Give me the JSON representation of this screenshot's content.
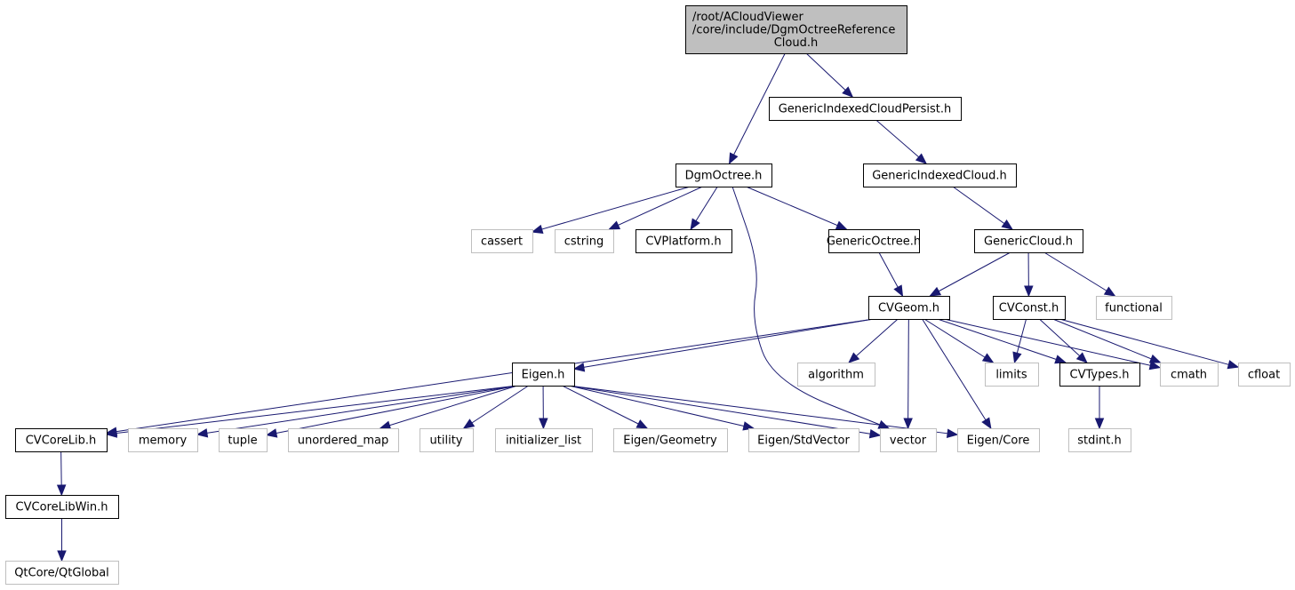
{
  "title": "Include dependency graph for DgmOctreeReferenceCloud.h",
  "colors": {
    "edge": "#191970",
    "root_fill": "#bfbfbf",
    "local_border": "#000000",
    "system_border": "#bfbfbf"
  },
  "nodes": [
    {
      "id": "root",
      "kind": "root",
      "lines": [
        "/root/ACloudViewer",
        "/core/include/DgmOctreeReference",
        "Cloud.h"
      ]
    },
    {
      "id": "gicp",
      "kind": "local",
      "lines": [
        "GenericIndexedCloudPersist.h"
      ]
    },
    {
      "id": "dgmoctree",
      "kind": "local",
      "lines": [
        "DgmOctree.h"
      ]
    },
    {
      "id": "gic",
      "kind": "local",
      "lines": [
        "GenericIndexedCloud.h"
      ]
    },
    {
      "id": "cassert",
      "kind": "system",
      "lines": [
        "cassert"
      ]
    },
    {
      "id": "cstring",
      "kind": "system",
      "lines": [
        "cstring"
      ]
    },
    {
      "id": "cvplatform",
      "kind": "local",
      "lines": [
        "CVPlatform.h"
      ]
    },
    {
      "id": "genericoctree",
      "kind": "local",
      "lines": [
        "GenericOctree.h"
      ]
    },
    {
      "id": "genericcloud",
      "kind": "local",
      "lines": [
        "GenericCloud.h"
      ]
    },
    {
      "id": "cvgeom",
      "kind": "local",
      "lines": [
        "CVGeom.h"
      ]
    },
    {
      "id": "cvconst",
      "kind": "local",
      "lines": [
        "CVConst.h"
      ]
    },
    {
      "id": "functional",
      "kind": "system",
      "lines": [
        "functional"
      ]
    },
    {
      "id": "eigen",
      "kind": "local",
      "lines": [
        "Eigen.h"
      ]
    },
    {
      "id": "algorithm",
      "kind": "system",
      "lines": [
        "algorithm"
      ]
    },
    {
      "id": "limits",
      "kind": "system",
      "lines": [
        "limits"
      ]
    },
    {
      "id": "cvtypes",
      "kind": "local",
      "lines": [
        "CVTypes.h"
      ]
    },
    {
      "id": "cmath",
      "kind": "system",
      "lines": [
        "cmath"
      ]
    },
    {
      "id": "cfloat",
      "kind": "system",
      "lines": [
        "cfloat"
      ]
    },
    {
      "id": "cvcorelib",
      "kind": "local",
      "lines": [
        "CVCoreLib.h"
      ]
    },
    {
      "id": "memory",
      "kind": "system",
      "lines": [
        "memory"
      ]
    },
    {
      "id": "tuple",
      "kind": "system",
      "lines": [
        "tuple"
      ]
    },
    {
      "id": "unordered_map",
      "kind": "system",
      "lines": [
        "unordered_map"
      ]
    },
    {
      "id": "utility",
      "kind": "system",
      "lines": [
        "utility"
      ]
    },
    {
      "id": "initializer_list",
      "kind": "system",
      "lines": [
        "initializer_list"
      ]
    },
    {
      "id": "eigen_geometry",
      "kind": "system",
      "lines": [
        "Eigen/Geometry"
      ]
    },
    {
      "id": "eigen_stdvector",
      "kind": "system",
      "lines": [
        "Eigen/StdVector"
      ]
    },
    {
      "id": "vector",
      "kind": "system",
      "lines": [
        "vector"
      ]
    },
    {
      "id": "eigen_core",
      "kind": "system",
      "lines": [
        "Eigen/Core"
      ]
    },
    {
      "id": "stdint",
      "kind": "system",
      "lines": [
        "stdint.h"
      ]
    },
    {
      "id": "cvcorelibwin",
      "kind": "local",
      "lines": [
        "CVCoreLibWin.h"
      ]
    },
    {
      "id": "qtglobal",
      "kind": "system",
      "lines": [
        "QtCore/QtGlobal"
      ]
    }
  ],
  "edges": [
    [
      "root",
      "dgmoctree"
    ],
    [
      "root",
      "gicp"
    ],
    [
      "gicp",
      "gic"
    ],
    [
      "gic",
      "genericcloud"
    ],
    [
      "dgmoctree",
      "cassert"
    ],
    [
      "dgmoctree",
      "cstring"
    ],
    [
      "dgmoctree",
      "cvplatform"
    ],
    [
      "dgmoctree",
      "genericoctree"
    ],
    [
      "dgmoctree",
      "vector"
    ],
    [
      "genericoctree",
      "cvgeom"
    ],
    [
      "genericcloud",
      "cvgeom"
    ],
    [
      "genericcloud",
      "cvconst"
    ],
    [
      "genericcloud",
      "functional"
    ],
    [
      "cvgeom",
      "cvcorelib"
    ],
    [
      "cvgeom",
      "eigen"
    ],
    [
      "cvgeom",
      "algorithm"
    ],
    [
      "cvgeom",
      "vector"
    ],
    [
      "cvgeom",
      "eigen_core"
    ],
    [
      "cvgeom",
      "limits"
    ],
    [
      "cvgeom",
      "cvtypes"
    ],
    [
      "cvgeom",
      "cmath"
    ],
    [
      "cvconst",
      "limits"
    ],
    [
      "cvconst",
      "cvtypes"
    ],
    [
      "cvconst",
      "cmath"
    ],
    [
      "cvconst",
      "cfloat"
    ],
    [
      "eigen",
      "cvcorelib"
    ],
    [
      "eigen",
      "memory"
    ],
    [
      "eigen",
      "tuple"
    ],
    [
      "eigen",
      "unordered_map"
    ],
    [
      "eigen",
      "utility"
    ],
    [
      "eigen",
      "initializer_list"
    ],
    [
      "eigen",
      "eigen_geometry"
    ],
    [
      "eigen",
      "eigen_stdvector"
    ],
    [
      "eigen",
      "vector"
    ],
    [
      "eigen",
      "eigen_core"
    ],
    [
      "cvtypes",
      "stdint"
    ],
    [
      "cvcorelib",
      "cvcorelibwin"
    ],
    [
      "cvcorelibwin",
      "qtglobal"
    ]
  ]
}
